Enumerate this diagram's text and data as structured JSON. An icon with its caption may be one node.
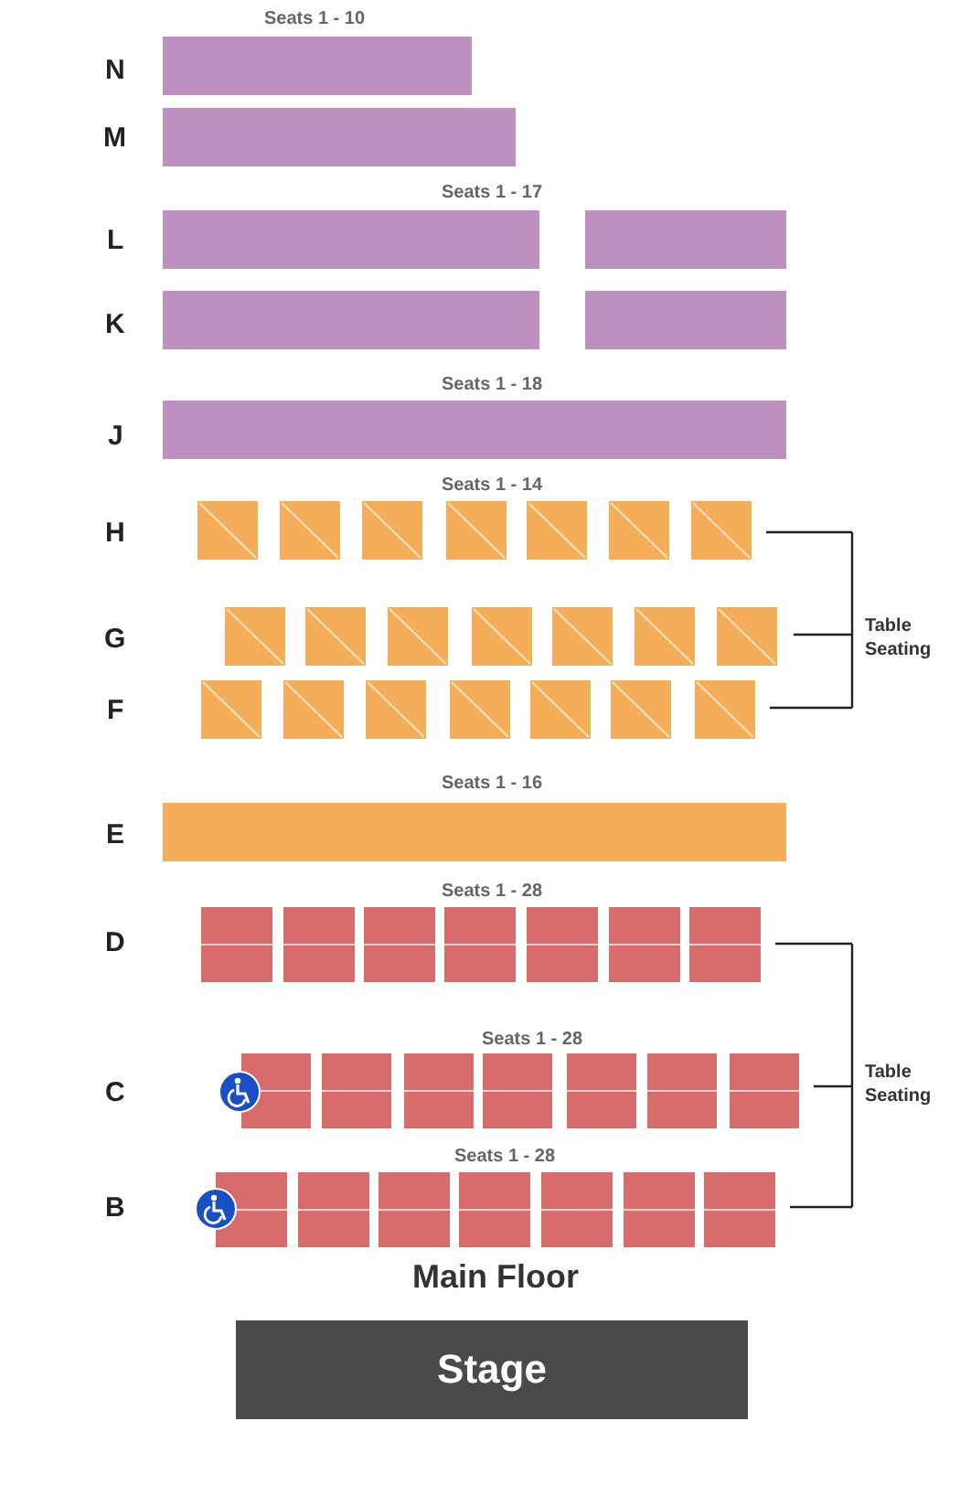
{
  "diagram": {
    "nodes": [
      {
        "text": [
          "Stage"
        ]
      }
    ],
    "edges": [],
    "labels": [
      "Seats 1 - 10",
      "N",
      "M",
      "Seats 1 - 17",
      "L",
      "K",
      "Seats 1 - 18",
      "J",
      "Seats 1 - 14",
      "H",
      "G",
      "Table Seating",
      "F",
      "Seats 1 - 16",
      "E",
      "Seats 1 - 28",
      "D",
      "Seats 1 - 28",
      "C",
      "Table Seating",
      "Seats 1 - 28",
      "B",
      "Main Floor"
    ]
  }
}
